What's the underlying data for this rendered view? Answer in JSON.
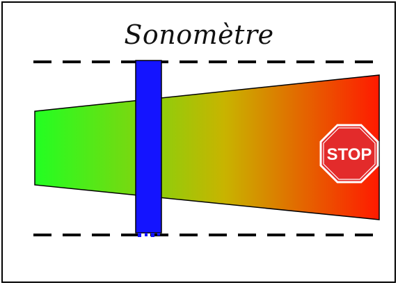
{
  "title": "Sonomètre",
  "gradient": {
    "start_color": "#22ff22",
    "mid_color": "#c8b400",
    "end_color": "#ff1a00"
  },
  "slider": {
    "color": "#1414ff",
    "level": 0.33
  },
  "stop_sign": {
    "label": "STOP",
    "fill": "#e32b2b",
    "icon": "stop-sign-icon"
  }
}
